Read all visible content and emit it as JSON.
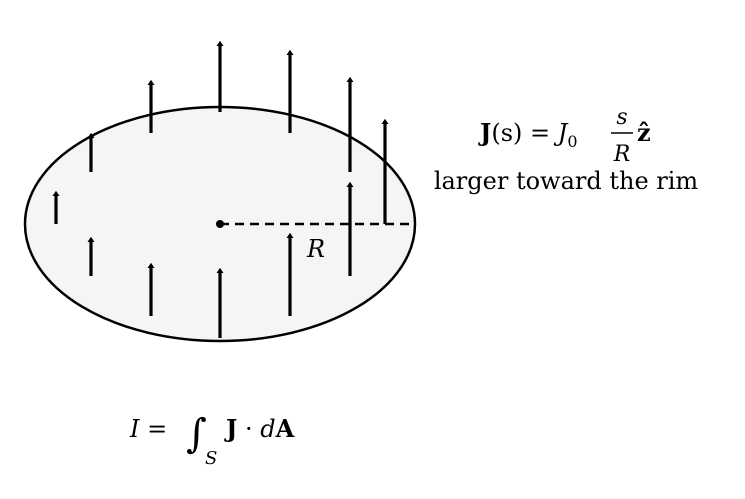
{
  "diagram": {
    "current_density_formula": {
      "lhs_bold": "J",
      "lhs_arg": "(s) = ",
      "coef": "J",
      "coef_sub": "0",
      "frac_num": "s",
      "frac_den": "R",
      "unit_vector": "ẑ"
    },
    "rim_note": "larger toward the rim",
    "radius_label": "R",
    "current_formula": {
      "lhs": "I = ",
      "integral_sign": "∫",
      "integral_sub": "S",
      "integrand_bold": "J",
      "dot": " · ",
      "d": "d",
      "area_bold": "A"
    },
    "colors": {
      "disk_fill": "#f5f5f5",
      "stroke": "#000000"
    }
  }
}
